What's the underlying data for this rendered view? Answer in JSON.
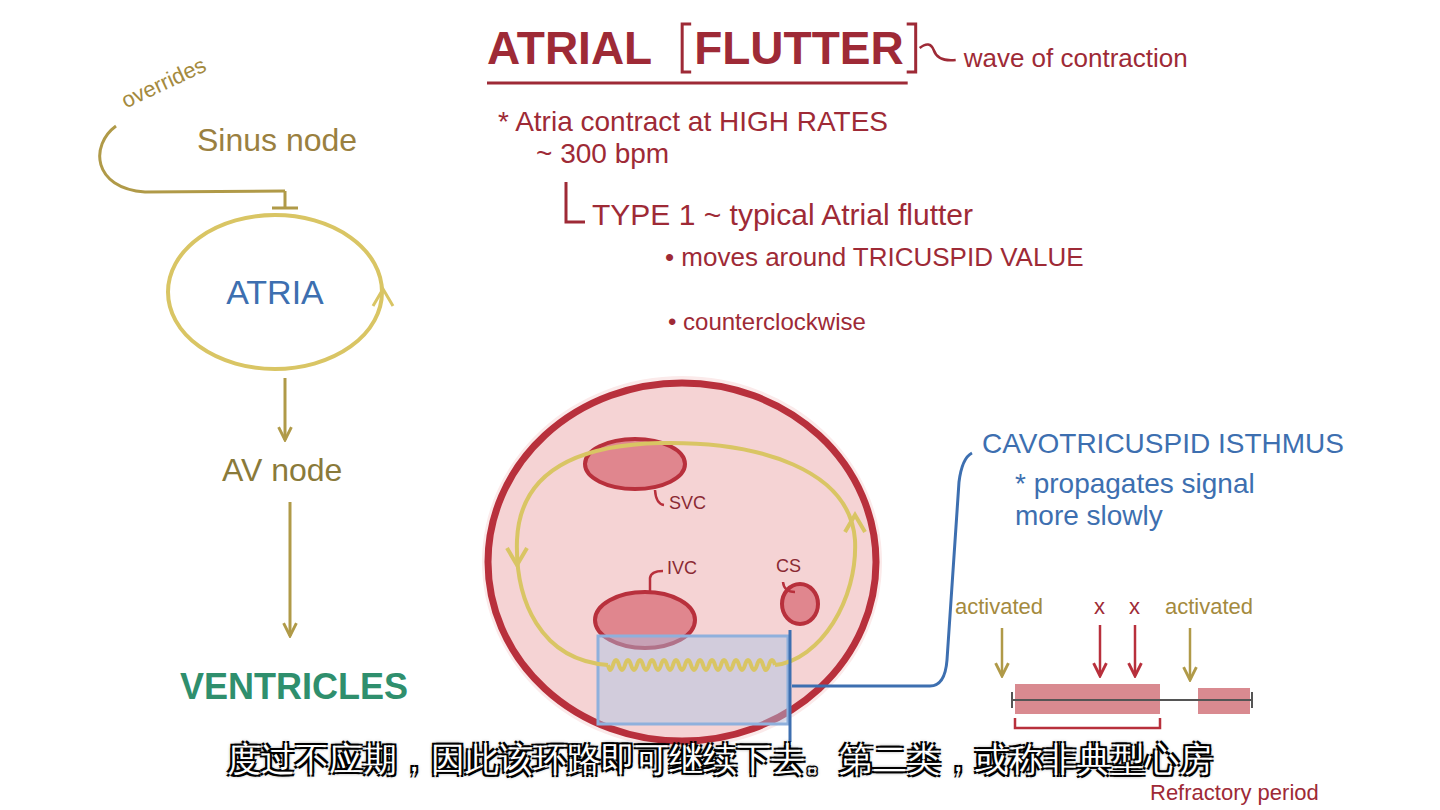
{
  "diagram": {
    "title": "ATRIAL FLUTTER",
    "caption": "度过不应期，因此该环路即可继续下去。第二类，或称非典型心房",
    "nodes": [
      {
        "text": [
          "ATRIA"
        ]
      }
    ],
    "labels": [
      "overrides",
      "Sinus node",
      "AV node",
      "VENTRICLES",
      "wave of contraction",
      "* Atria contract at HIGH RATES ~ 300 bpm",
      "TYPE 1 ~ typical Atrial flutter",
      "• moves around TRICUSPID VALUE",
      "• counterclockwise",
      "SVC",
      "IVC",
      "CS",
      "CAVOTRICUSPID ISTHMUS",
      "* propagates signal more slowly",
      "activated",
      "x",
      "x",
      "activated",
      "Refractory period"
    ]
  }
}
